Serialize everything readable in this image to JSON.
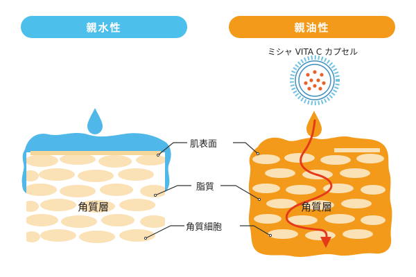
{
  "left_panel": {
    "header": "親水性",
    "center_label": "角質層",
    "color_water": "#4fb8e9",
    "color_cells": "#fbe1b6",
    "color_gaps": "#ffffff"
  },
  "right_panel": {
    "header": "親油性",
    "capsule_caption": "ミシャ VITA C カプセル",
    "center_label": "角質層",
    "color_oil": "#f39a1a",
    "color_cells": "#fbe1b6",
    "color_arrow": "#e53a1a"
  },
  "callouts": {
    "surface": "肌表面",
    "lipid": "脂質",
    "cells": "角質細胞"
  }
}
